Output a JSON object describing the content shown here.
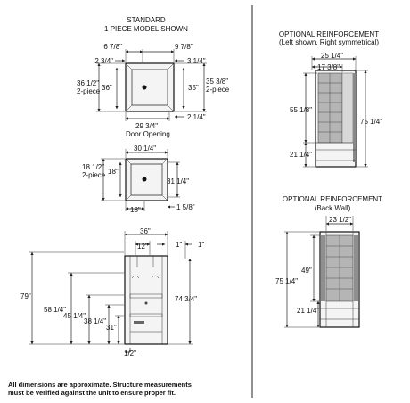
{
  "standard": {
    "title_line1": "STANDARD",
    "title_line2": "1 PIECE MODEL SHOWN",
    "top_view": {
      "d_6_7_8": "6 7/8\"",
      "d_9_7_8": "9 7/8\"",
      "d_2_3_4": "2 3/4\"",
      "d_3_1_4": "3 1/4\"",
      "d_36_1_2": "36 1/2\"",
      "d_2piece_left": "2-piece",
      "d_36": "36\"",
      "d_35": "35\"",
      "d_35_3_8": "35 3/8\"",
      "d_2piece_right": "2-piece",
      "d_29_3_4": "29 3/4\"",
      "d_2_1_4": "2 1/4\"",
      "door_opening": "Door Opening"
    },
    "small_view": {
      "d_30_1_4": "30 1/4\"",
      "d_18_1_2": "18 1/2\"",
      "d_2piece": "2-piece",
      "d_18_side": "18\"",
      "d_31_1_4": "31 1/4\"",
      "d_18_bottom": "18\"",
      "d_1_5_8": "1 5/8\""
    },
    "front_view": {
      "d_36": "36\"",
      "d_12": "12\"",
      "d_1_a": "1\"",
      "d_1_b": "1\"",
      "d_79": "79\"",
      "d_74_3_4": "74 3/4\"",
      "d_58_1_4": "58 1/4\"",
      "d_45_1_4": "45 1/4\"",
      "d_38_1_4": "38 1/4\"",
      "d_31": "31\"",
      "d_1_2": "1/2\""
    }
  },
  "reinforcement_side": {
    "title_line1": "OPTIONAL REINFORCEMENT",
    "title_line2": "(Left shown, Right symmetrical)",
    "d_25_1_4": "25 1/4\"",
    "d_17_3_8": "17 3/8\"",
    "d_55_1_8": "55 1/8\"",
    "d_75_1_4": "75 1/4\"",
    "d_21_1_4": "21 1/4\""
  },
  "reinforcement_back": {
    "title_line1": "OPTIONAL REINFORCEMENT",
    "title_line2": "(Back Wall)",
    "d_23_1_2": "23 1/2\"",
    "d_49": "49\"",
    "d_75_1_4": "75 1/4\"",
    "d_21_1_4": "21 1/4\""
  },
  "note": {
    "line1": "All dimensions are approximate. Structure measurements",
    "line2": "must be verified against the unit to ensure proper fit."
  }
}
